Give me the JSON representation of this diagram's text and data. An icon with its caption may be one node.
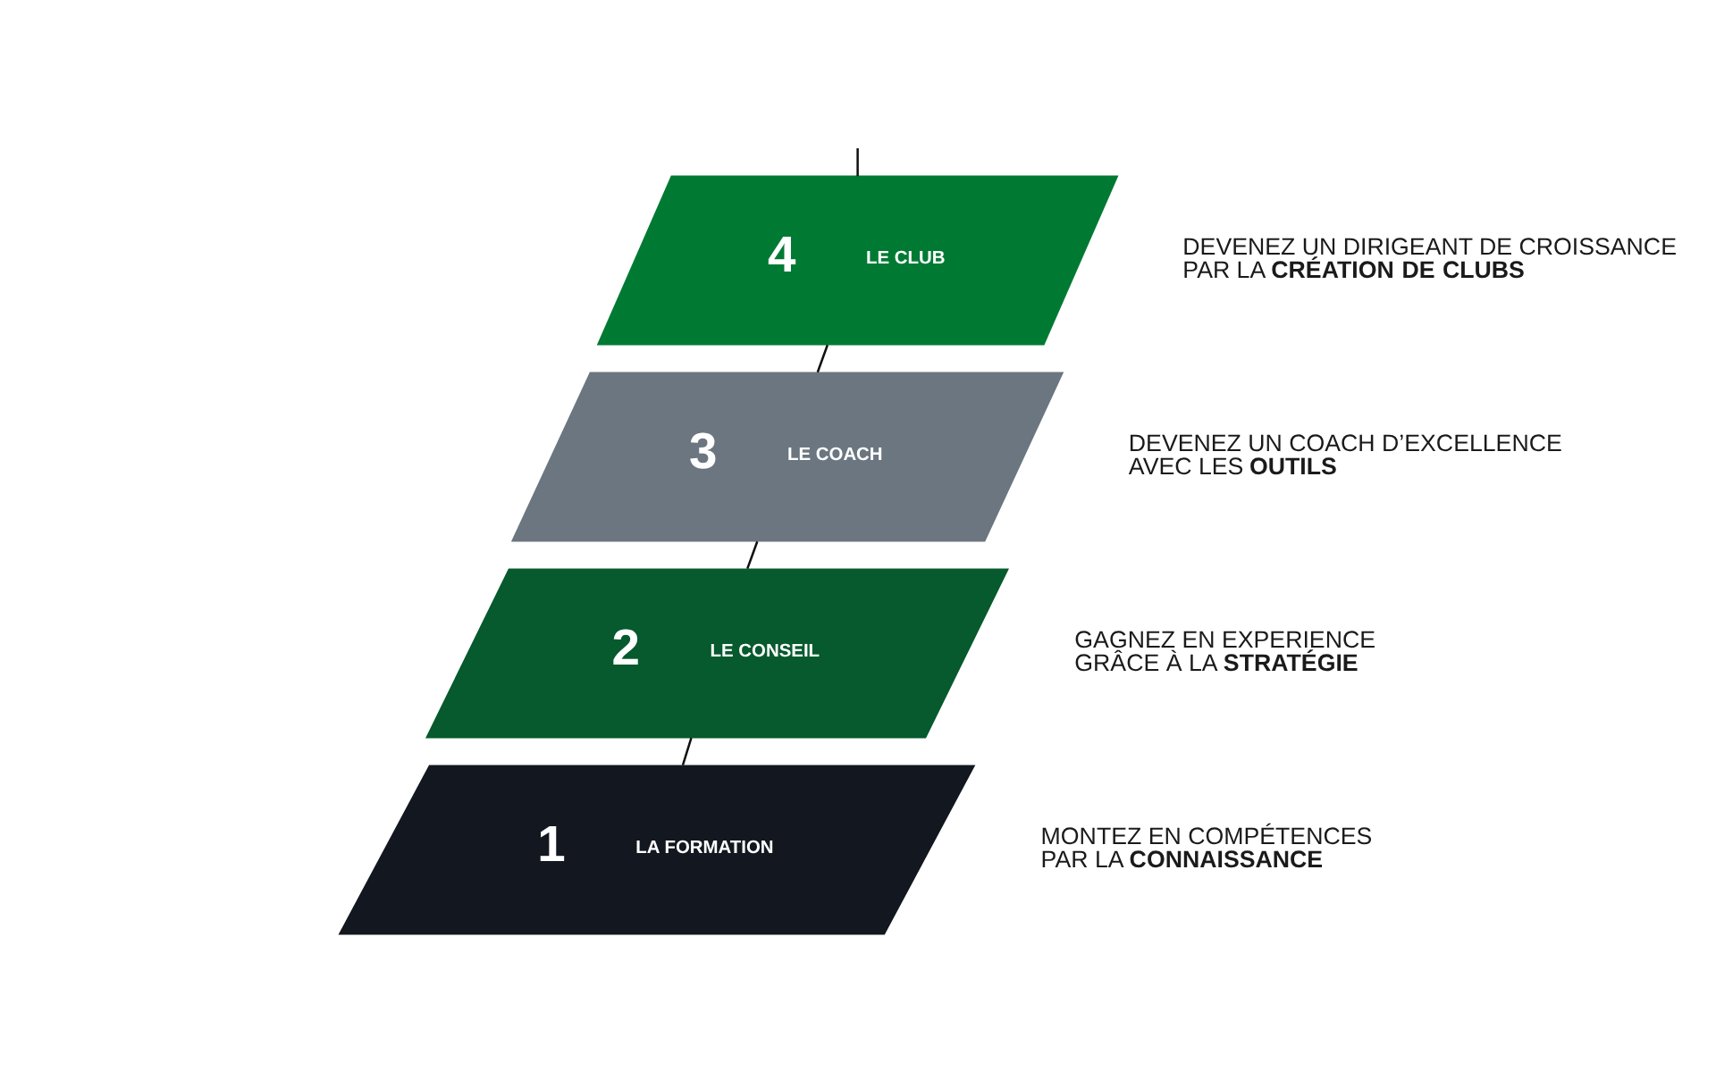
{
  "diagram": {
    "nodes": [
      {
        "text": [
          "4",
          "LE CLUB"
        ],
        "beside": [
          "DEVENEZ UN DIRIGEANT DE CROISSANCE PAR LA **CRÉATION DE CLUBS**"
        ]
      },
      {
        "text": [
          "3",
          "LE COACH"
        ],
        "beside": [
          "DEVENEZ UN COACH D’EXCELLENCE AVEC LES **OUTILS**"
        ]
      },
      {
        "text": [
          "2",
          "LE CONSEIL"
        ],
        "beside": [
          "GAGNEZ EN EXPERIENCE GRÂCE À LA **STRATÉGIE**"
        ]
      },
      {
        "text": [
          "1",
          "LA FORMATION"
        ],
        "beside": [
          "MONTEZ EN COMPÉTENCES PAR LA **CONNAISSANCE**"
        ]
      }
    ],
    "edges": [
      {
        "from": 3,
        "to": 2,
        "arrow": "none"
      },
      {
        "from": 2,
        "to": 1,
        "arrow": "none"
      },
      {
        "from": 1,
        "to": 0,
        "arrow": "none"
      },
      {
        "from": 0,
        "to": null,
        "arrow": "none"
      }
    ]
  }
}
